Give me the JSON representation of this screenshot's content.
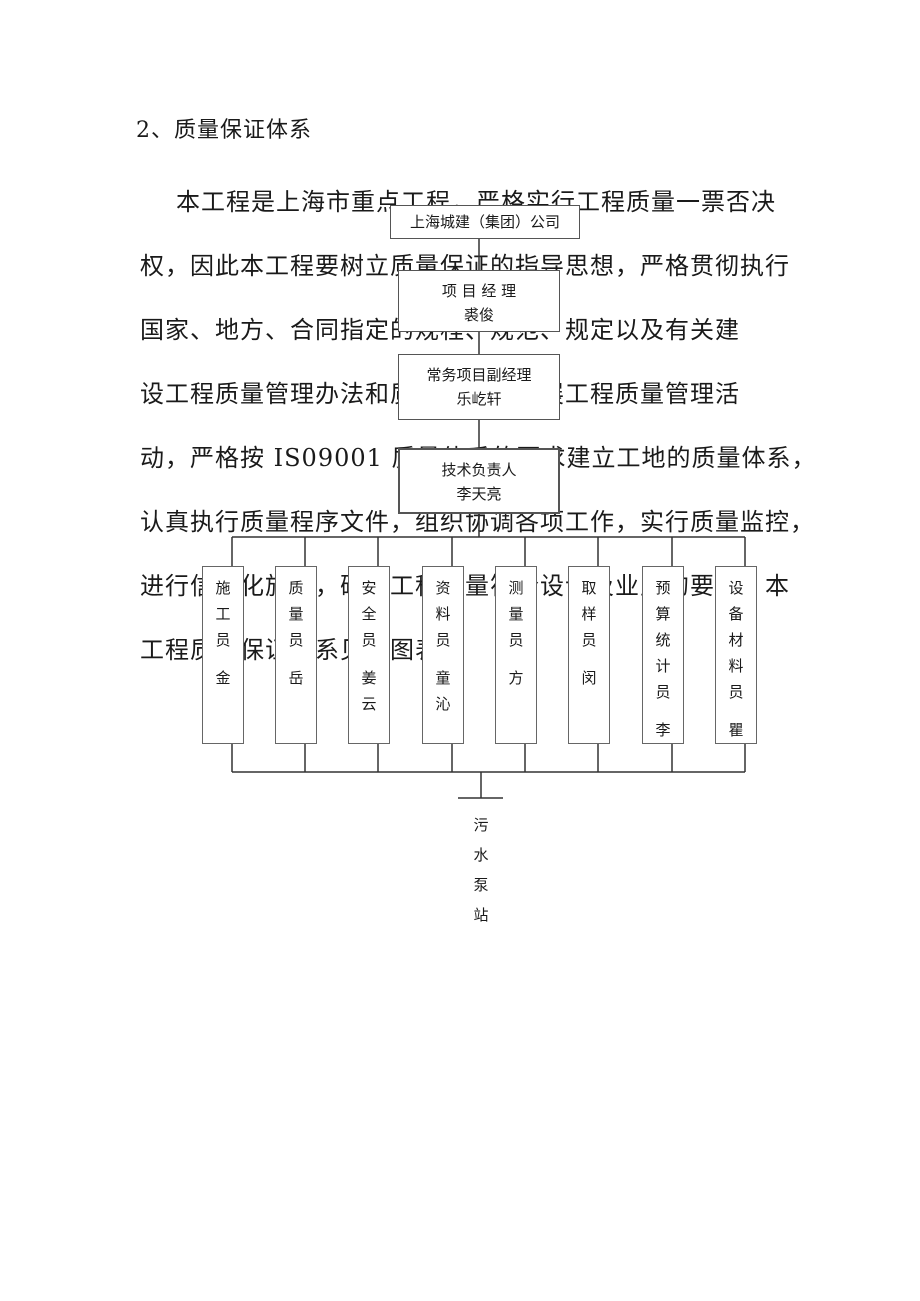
{
  "heading": "2、质量保证体系",
  "paragraph_lines": [
    "本工程是上海市重点工程，严格实行工程质量一票否决",
    "权，因此本工程要树立质量保证的指导思想，严格贯彻执行",
    "国家、地方、合同指定的规程、规范、规定以及有关建",
    "设工程质量管理办法和质量标准，开展工程质量管理活",
    "动，严格按 IS09001 质量体系的要求建立工地的质量体系，",
    "认真执行质量程序文件，组织协调各项工作，实行质量监控，",
    "进行信息化施工，确保工程质量符合设计及业主的要求。本",
    "工程质量保证体系见下图表："
  ],
  "org_chart": {
    "company": "上海城建（集团）公司",
    "project_manager": {
      "title": "项 目 经 理",
      "name": "裘俊"
    },
    "deputy_manager": {
      "title": "常务项目副经理",
      "name": "乐屹轩"
    },
    "technical_lead": {
      "title": "技术负责人",
      "name": "李天亮"
    },
    "staff": [
      {
        "role": "施工员",
        "name": "金"
      },
      {
        "role": "质量员",
        "name": "岳"
      },
      {
        "role": "安全员",
        "name": "姜云"
      },
      {
        "role": "资料员",
        "name": "童沁"
      },
      {
        "role": "测量员",
        "name": "方"
      },
      {
        "role": "取样员",
        "name": "闵"
      },
      {
        "role": "预算统计员",
        "name": "李"
      },
      {
        "role": "设备材料员",
        "name": "瞿"
      }
    ],
    "site": "污水泵站"
  }
}
